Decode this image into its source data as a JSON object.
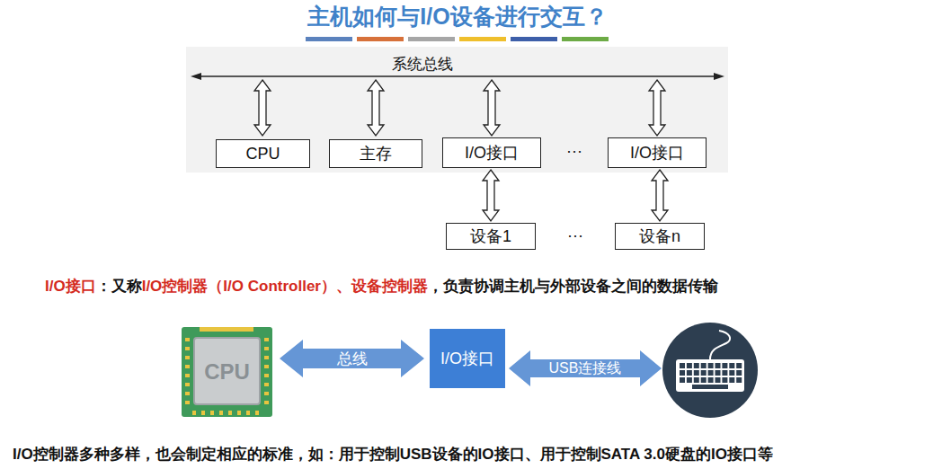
{
  "diagram": {
    "title": "主机如何与I/O设备进行交互？",
    "nodes": [
      {
        "text": [
          "CPU"
        ]
      },
      {
        "text": [
          "主存"
        ]
      },
      {
        "text": [
          "I/O接口"
        ]
      },
      {
        "text": [
          "I/O接口"
        ]
      },
      {
        "text": [
          "设备1"
        ]
      },
      {
        "text": [
          "设备n"
        ]
      },
      {
        "text": [
          "CPU"
        ]
      },
      {
        "text": [
          "I/O接口"
        ]
      }
    ],
    "edges": [
      {
        "from": 2,
        "to": 4,
        "arrow": "both"
      },
      {
        "from": 3,
        "to": 5,
        "arrow": "both"
      },
      {
        "from": 6,
        "to": 7,
        "label": "总线",
        "arrow": "both"
      }
    ],
    "labels": [
      "系统总线",
      "···",
      "···",
      "I/O接口",
      "：又称",
      "I/O控制器（I/O Controller）、设备控制器",
      "，负责协调主机与外部设备之间的数据传输",
      "USB连接线",
      "I/O控制器多种多样，也会制定相应的标准，如：用于控制USB设备的IO接口、用于控制SATA 3.0硬盘的IO接口等"
    ]
  }
}
